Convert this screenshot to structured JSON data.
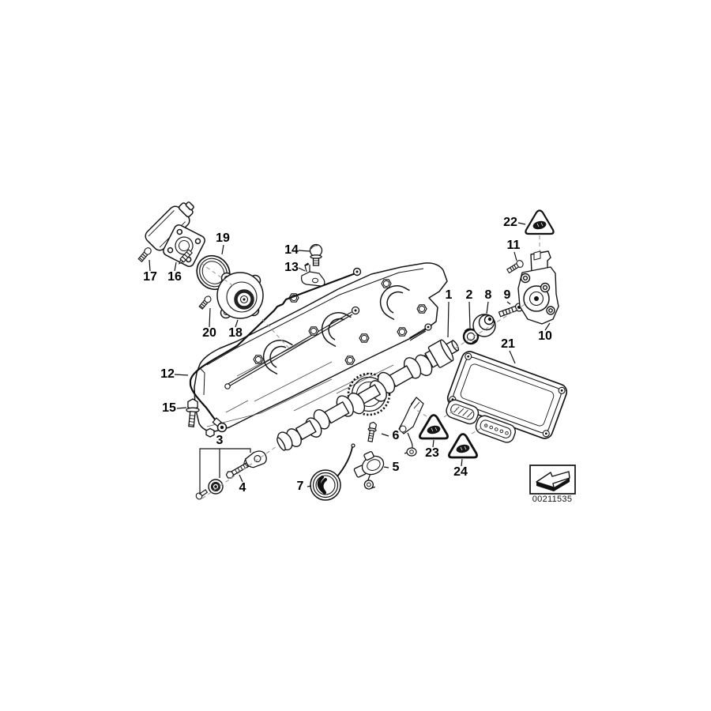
{
  "labels": {
    "p1": "1",
    "p2": "2",
    "p3": "3",
    "p4": "4",
    "p5": "5",
    "p6": "6",
    "p7": "7",
    "p8": "8",
    "p9": "9",
    "p10": "10",
    "p11": "11",
    "p12": "12",
    "p13": "13",
    "p14": "14",
    "p15": "15",
    "p16": "16",
    "p17": "17",
    "p18": "18",
    "p19": "19",
    "p20": "20",
    "p21": "21",
    "p22": "22",
    "p23": "23",
    "p24": "24"
  },
  "footer": {
    "diagram_id": "00211535"
  },
  "icons": {
    "triangle_22": "warning-triangle-icon",
    "triangle_23": "warning-triangle-icon",
    "triangle_24": "warning-triangle-icon",
    "arrow_box": "down-left-arrow-icon"
  },
  "colors": {
    "line": "#111111",
    "background": "#ffffff"
  }
}
